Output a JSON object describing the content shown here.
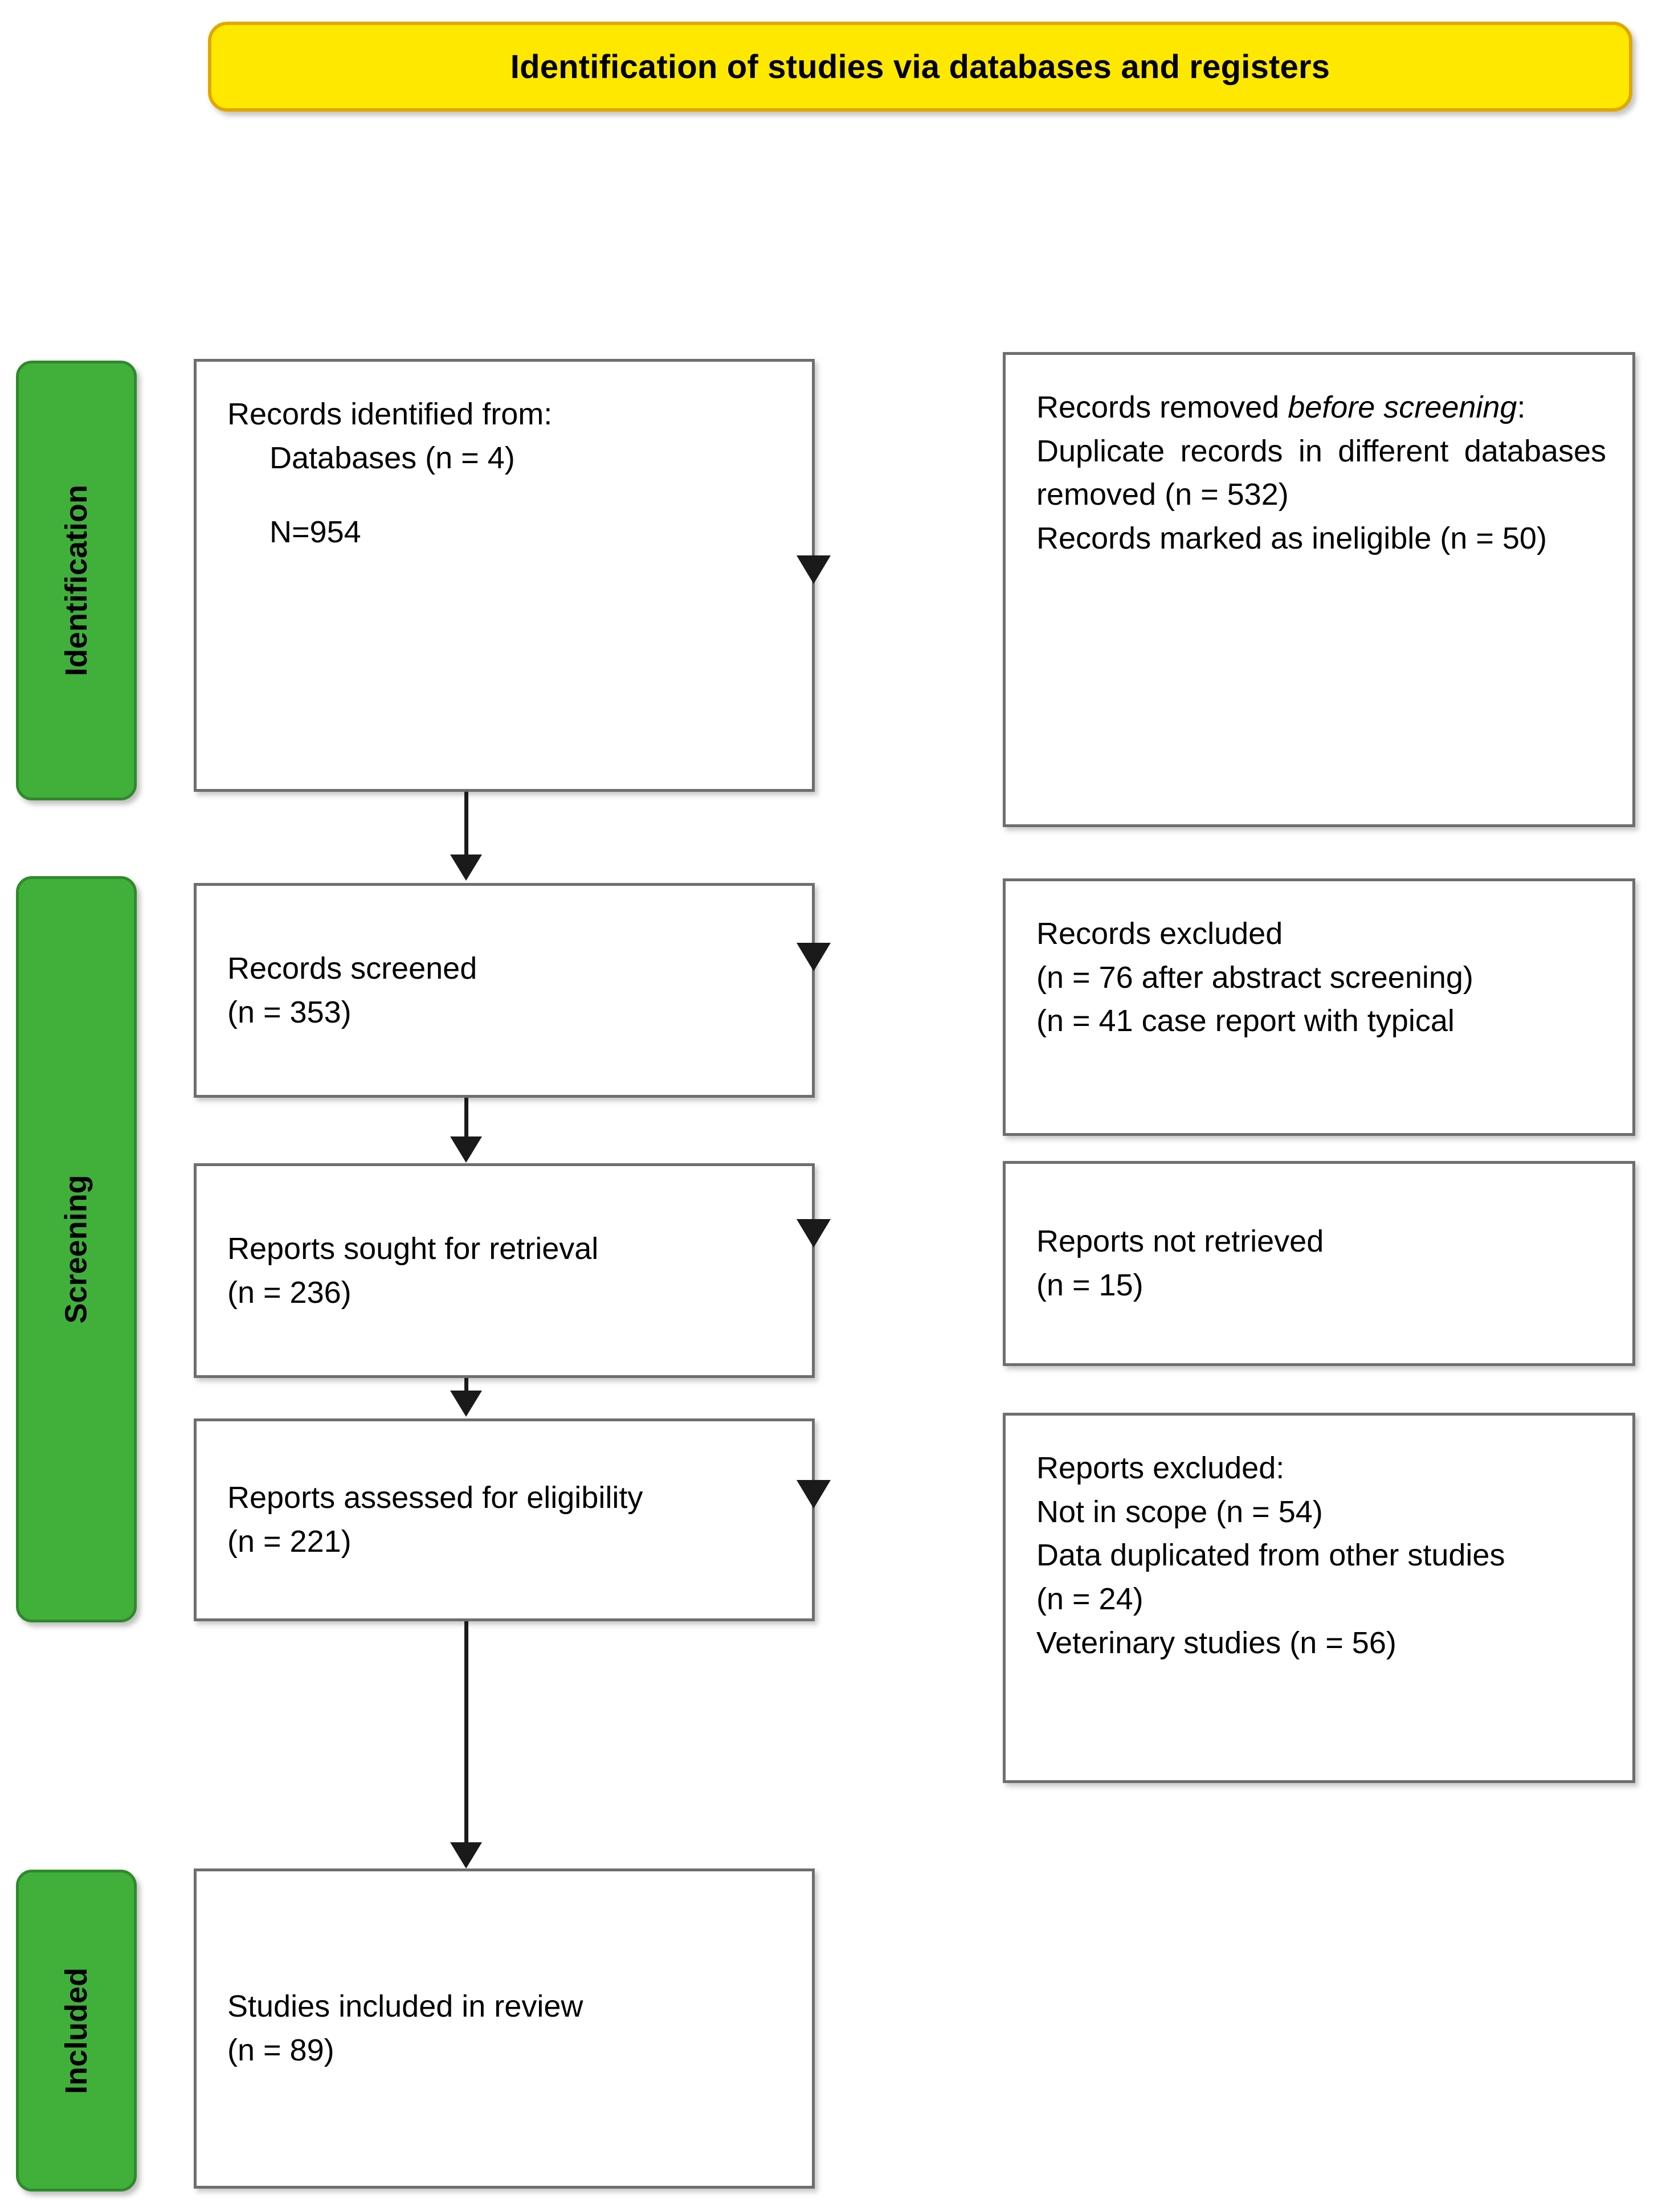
{
  "banner": {
    "title": "Identification of studies via databases and registers",
    "fill_color": "#ffe800",
    "border_color": "#e0a800"
  },
  "phases": {
    "accent_color": "#41b03b",
    "items": [
      {
        "id": "identification",
        "label": "Identification"
      },
      {
        "id": "screening",
        "label": "Screening"
      },
      {
        "id": "included",
        "label": "Included"
      }
    ]
  },
  "flow": {
    "left_column": {
      "identified": {
        "line1": "Records identified from:",
        "line2": "Databases (n = 4)",
        "line3": "N=954"
      },
      "screened": {
        "line1": "Records screened",
        "line2": "(n = 353)"
      },
      "sought": {
        "line1": "Reports sought for retrieval",
        "line2": "(n = 236)"
      },
      "assessed": {
        "line1": "Reports assessed for eligibility",
        "line2": "(n = 221)"
      },
      "included": {
        "line1": "Studies included in review",
        "line2": "(n = 89)"
      }
    },
    "right_column": {
      "removed_before_screening": {
        "heading_prefix": "Records removed ",
        "heading_italic": "before screening",
        "heading_suffix": ":",
        "line2": "Duplicate records in different databases removed (n = 532)",
        "line3": "Records marked as ineligible (n = 50)"
      },
      "records_excluded": {
        "line1": "Records excluded",
        "line2": "(n = 76 after abstract screening)",
        "line3": "(n = 41 case report with typical"
      },
      "reports_not_retrieved": {
        "line1": "Reports not retrieved",
        "line2": "(n = 15)"
      },
      "reports_excluded": {
        "line1": "Reports excluded:",
        "line2": "Not in scope (n = 54)",
        "line3": "Data duplicated from other studies",
        "line4": "(n = 24)",
        "line5": "Veterinary studies (n = 56)"
      }
    }
  },
  "chart_data": {
    "type": "diagram",
    "title": "Identification of studies via databases and registers",
    "diagram_kind": "PRISMA flow diagram",
    "stages": [
      "Identification",
      "Screening",
      "Included"
    ],
    "nodes": [
      {
        "id": "identified",
        "stage": "Identification",
        "label": "Records identified from: Databases (n = 4) N=954",
        "n": 954,
        "databases": 4
      },
      {
        "id": "removed_before_screening",
        "stage": "Identification",
        "label": "Records removed before screening",
        "duplicates_removed": 532,
        "marked_ineligible": 50
      },
      {
        "id": "screened",
        "stage": "Screening",
        "label": "Records screened",
        "n": 353
      },
      {
        "id": "records_excluded",
        "stage": "Screening",
        "label": "Records excluded",
        "after_abstract_screening": 76,
        "case_report_with_typical": 41
      },
      {
        "id": "sought",
        "stage": "Screening",
        "label": "Reports sought for retrieval",
        "n": 236
      },
      {
        "id": "not_retrieved",
        "stage": "Screening",
        "label": "Reports not retrieved",
        "n": 15
      },
      {
        "id": "assessed",
        "stage": "Screening",
        "label": "Reports assessed for eligibility",
        "n": 221
      },
      {
        "id": "reports_excluded",
        "stage": "Screening",
        "label": "Reports excluded",
        "not_in_scope": 54,
        "data_duplicated": 24,
        "veterinary_studies": 56
      },
      {
        "id": "included",
        "stage": "Included",
        "label": "Studies included in review",
        "n": 89
      }
    ],
    "edges": [
      {
        "from": "identified",
        "to": "removed_before_screening"
      },
      {
        "from": "identified",
        "to": "screened"
      },
      {
        "from": "screened",
        "to": "records_excluded"
      },
      {
        "from": "screened",
        "to": "sought"
      },
      {
        "from": "sought",
        "to": "not_retrieved"
      },
      {
        "from": "sought",
        "to": "assessed"
      },
      {
        "from": "assessed",
        "to": "reports_excluded"
      },
      {
        "from": "assessed",
        "to": "included"
      }
    ]
  }
}
